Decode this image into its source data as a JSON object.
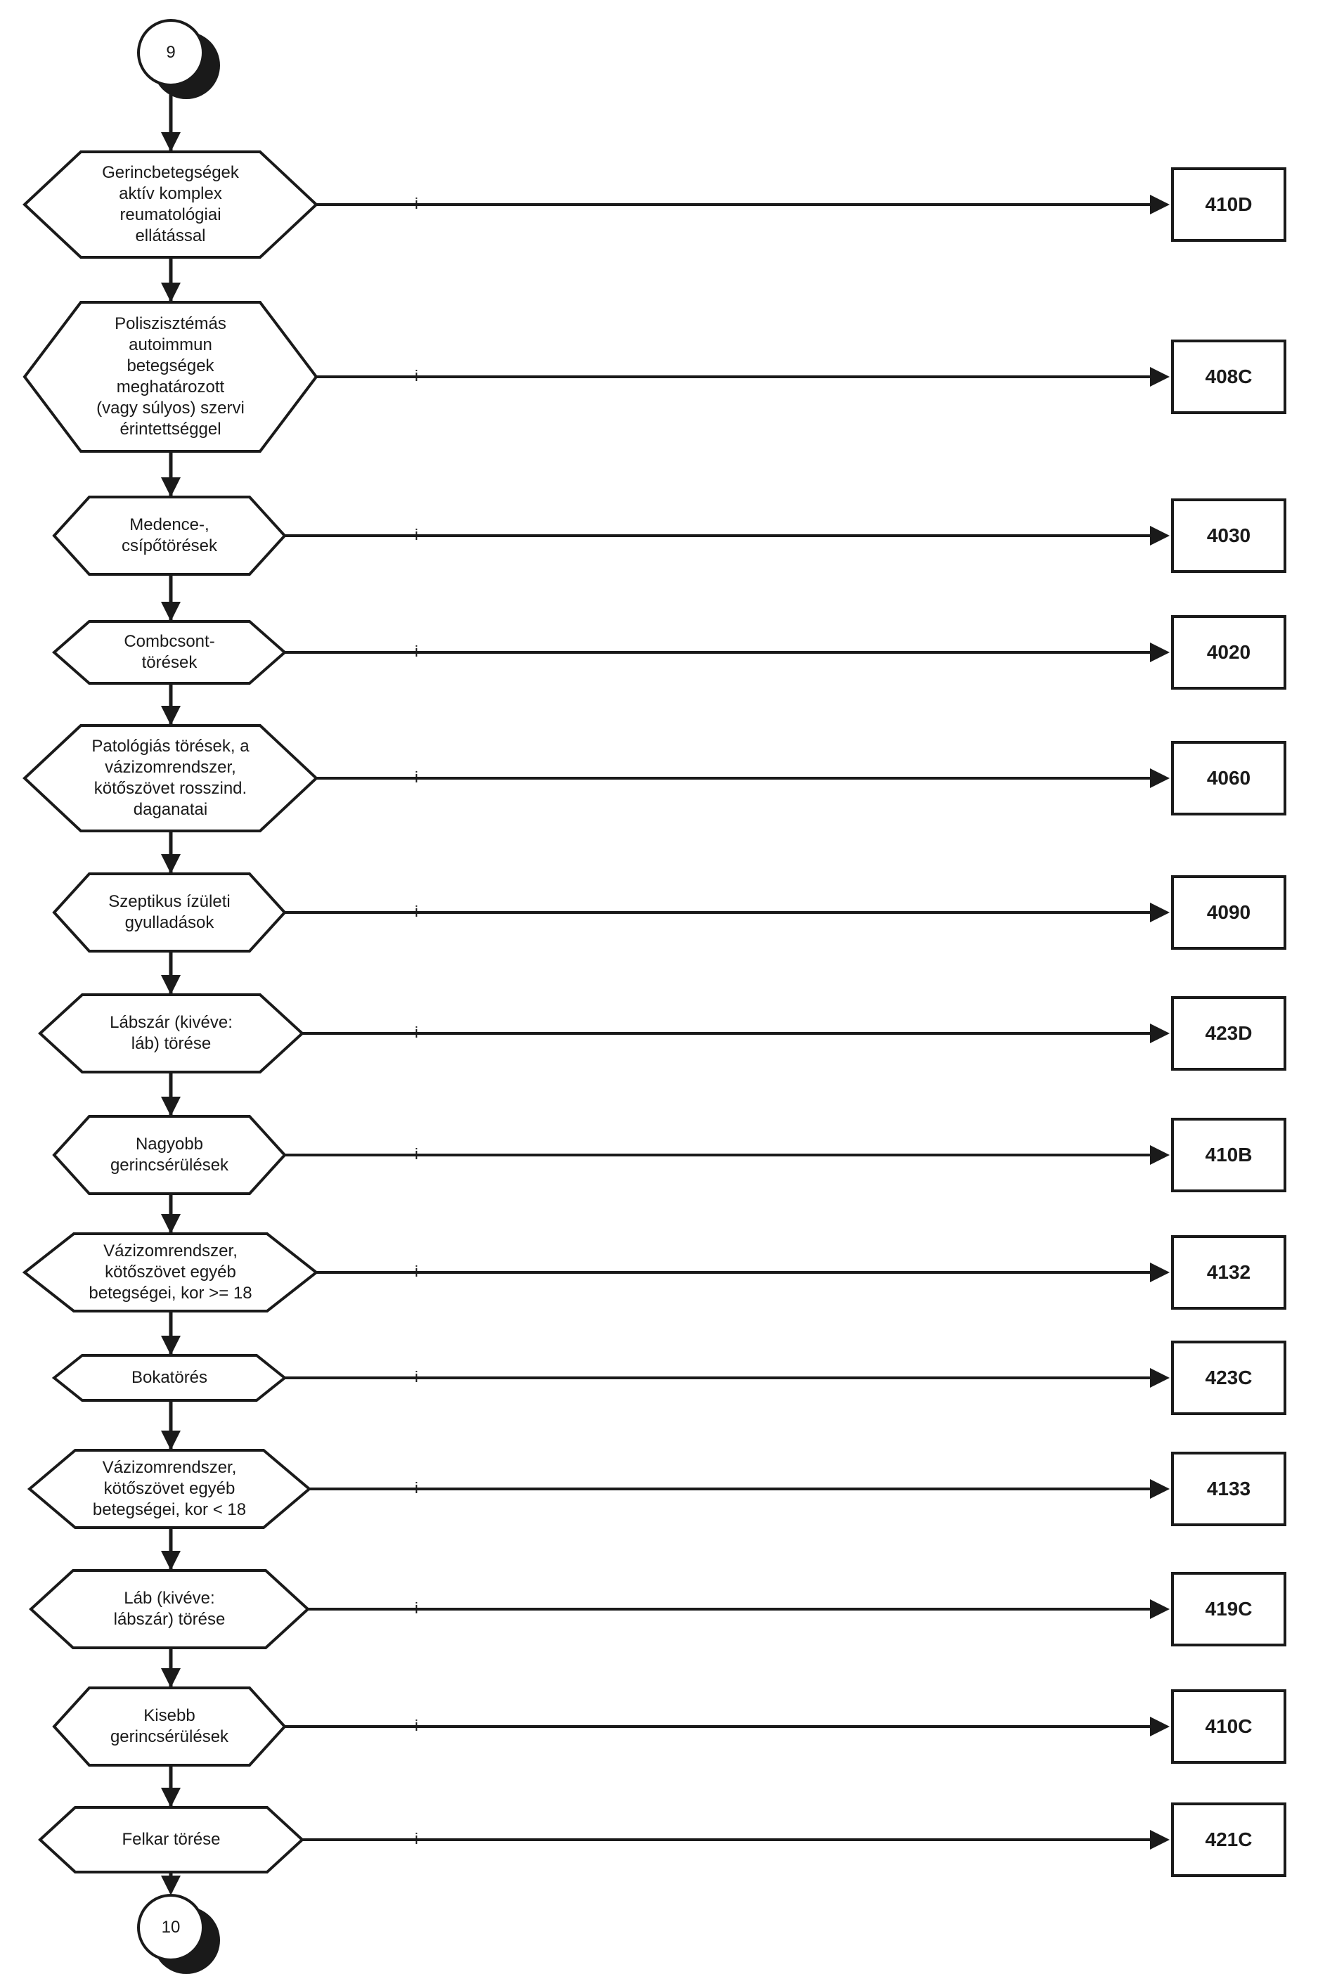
{
  "connectors": {
    "top": "9",
    "bottom": "10"
  },
  "branch_label": "i",
  "steps": [
    {
      "text": "Gerincbetegségek\naktív komplex\nreumatológiai\nellátással",
      "code": "410D"
    },
    {
      "text": "Poliszisztémás\nautoimmun\nbetegségek\nmeghatározott\n(vagy súlyos) szervi\nérintettséggel",
      "code": "408C"
    },
    {
      "text": "Medence-,\ncsípőtörések",
      "code": "4030"
    },
    {
      "text": "Combcsont-\ntörések",
      "code": "4020"
    },
    {
      "text": "Patológiás törések, a\nvázizomrendszer,\nkötőszövet rosszind.\ndaganatai",
      "code": "4060"
    },
    {
      "text": "Szeptikus ízületi\ngyulladások",
      "code": "4090"
    },
    {
      "text": "Lábszár (kivéve:\nláb)  törése",
      "code": "423D"
    },
    {
      "text": "Nagyobb\ngerincsérülések",
      "code": "410B"
    },
    {
      "text": "Vázizomrendszer,\nkötőszövet egyéb\nbetegségei, kor >= 18",
      "code": "4132"
    },
    {
      "text": "Bokatörés",
      "code": "423C"
    },
    {
      "text": "Vázizomrendszer,\nkötőszövet egyéb\nbetegségei, kor < 18",
      "code": "4133"
    },
    {
      "text": "Láb (kivéve:\nlábszár)  törése",
      "code": "419C"
    },
    {
      "text": "Kisebb\ngerincsérülések",
      "code": "410C"
    },
    {
      "text": "Felkar törése",
      "code": "421C"
    }
  ]
}
